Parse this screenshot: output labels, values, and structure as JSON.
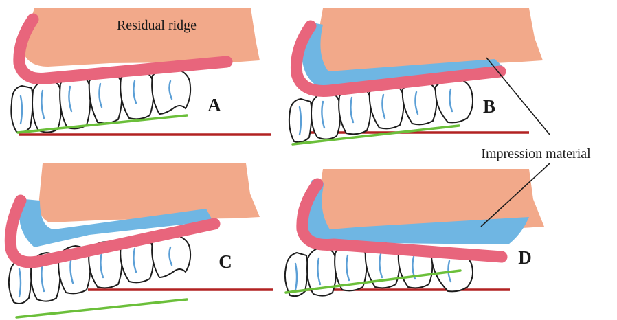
{
  "figure": {
    "ridge_label": "Residual ridge",
    "material_label": "Impression material",
    "panels": [
      "A",
      "B",
      "C",
      "D"
    ],
    "colors": {
      "ridge": "#f2a98a",
      "tray": "#e8657c",
      "impression_material": "#6fb6e3",
      "occlusal_line": "#b22222",
      "guide_line": "#6bbf3a",
      "root_canal": "#5b9fd6"
    }
  }
}
